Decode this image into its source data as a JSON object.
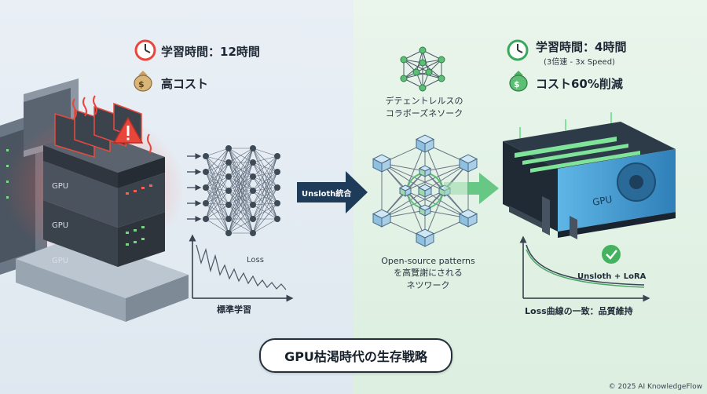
{
  "title": "GPU枯渇時代の生存戦略",
  "left": {
    "time_label": "学習時間：12時間",
    "cost_label": "高コスト",
    "chart_loss_label": "Loss",
    "caption": "標準学習",
    "gpu_text": "GPU"
  },
  "middle": {
    "arrow_label": "Unsloth統合",
    "network_caption_top": [
      "デテェントレルスの",
      "コラボーズネソーク"
    ],
    "network_caption_bottom": [
      "Open-source patterns",
      "を高覽謝にされる",
      "ネツワーク"
    ]
  },
  "right": {
    "time_label": "学習時間：4時間",
    "time_sub": "(3倍速 - 3x Speed)",
    "cost_label": "コスト60%削減",
    "chart_label": "Unsloth + LoRA",
    "caption": "Loss曲線の一致：品質維持",
    "gpu_text": "GPU"
  },
  "copyright": "© 2025 AI KnowledgeFlow",
  "colors": {
    "alert": "#e0443b",
    "success": "#3aa85a",
    "arrow": "#1f3b5a",
    "accent_blue": "#4a9fd0"
  },
  "icons": [
    "clock-icon-red",
    "money-bag-icon",
    "warning-icon",
    "clock-icon-green",
    "money-bag-icon-green",
    "check-icon"
  ]
}
